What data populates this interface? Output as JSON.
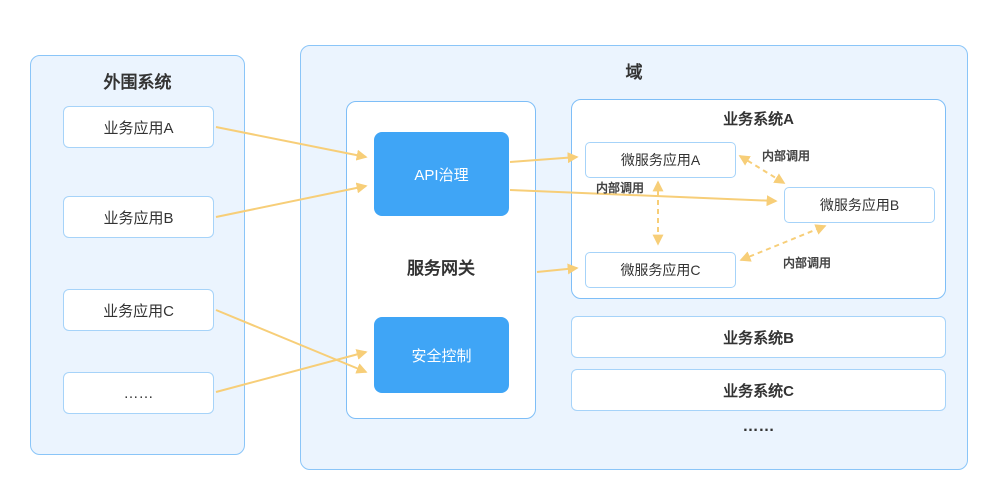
{
  "peripheral": {
    "title": "外围系统",
    "apps": [
      {
        "label": "业务应用A"
      },
      {
        "label": "业务应用B"
      },
      {
        "label": "业务应用C"
      },
      {
        "label": "……"
      }
    ]
  },
  "domain": {
    "title": "域",
    "gateway": {
      "title": "服务网关",
      "api_module": "API治理",
      "security_module": "安全控制"
    },
    "system_a": {
      "title": "业务系统A",
      "services": [
        {
          "label": "微服务应用A"
        },
        {
          "label": "微服务应用B"
        },
        {
          "label": "微服务应用C"
        }
      ],
      "internal_call_labels": [
        {
          "text": "内部调用"
        },
        {
          "text": "内部调用"
        },
        {
          "text": "内部调用"
        }
      ]
    },
    "system_b": {
      "title": "业务系统B"
    },
    "system_c": {
      "title": "业务系统C"
    },
    "ellipsis": "……"
  },
  "colors": {
    "panel_bg": "#EBF4FE",
    "panel_border": "#8AC5F8",
    "box_border": "#A6D3F9",
    "module_blue": "#3FA5F6",
    "arrow_yellow": "#F7CE78",
    "text_dark": "#333333"
  }
}
